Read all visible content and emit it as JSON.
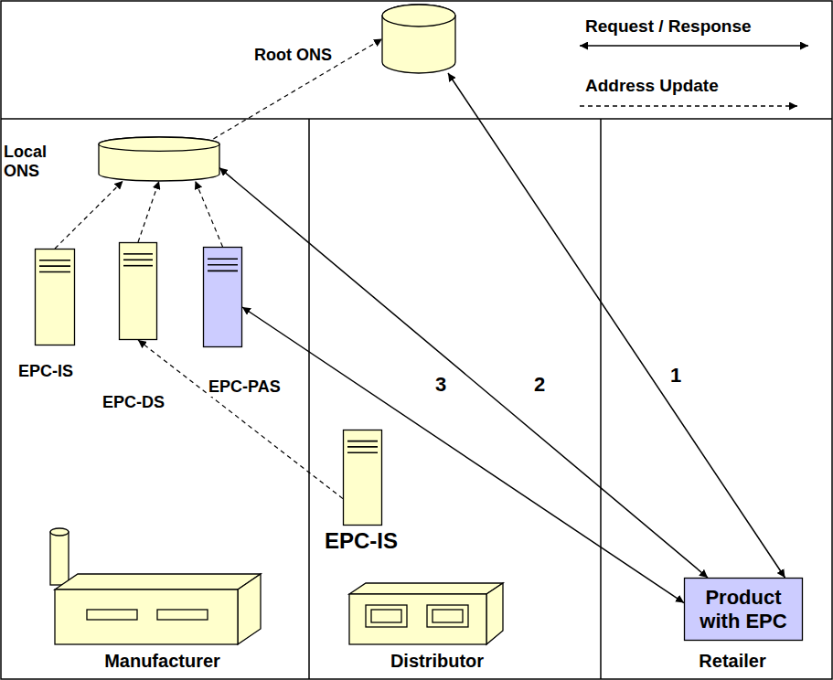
{
  "diagram": {
    "nodes": [
      {
        "text": [
          "Root ONS"
        ]
      },
      {
        "text": [
          "Local ONS"
        ]
      },
      {
        "text": [
          "EPC-IS"
        ]
      },
      {
        "text": [
          "EPC-DS"
        ]
      },
      {
        "text": [
          "EPC-PAS"
        ]
      },
      {
        "text": [
          "EPC-IS"
        ]
      },
      {
        "text": [
          "Product with EPC"
        ]
      }
    ],
    "edges": [
      {
        "from": 1,
        "to": 0,
        "arrow": "to"
      },
      {
        "from": 2,
        "to": 1,
        "arrow": "to"
      },
      {
        "from": 3,
        "to": 1,
        "arrow": "to"
      },
      {
        "from": 4,
        "to": 1,
        "arrow": "to"
      },
      {
        "from": 5,
        "to": 3,
        "arrow": "to"
      },
      {
        "from": 0,
        "to": 6,
        "arrow": "both"
      },
      {
        "from": 1,
        "to": 6,
        "arrow": "both"
      },
      {
        "from": 4,
        "to": 6,
        "arrow": "both"
      }
    ],
    "labels": [
      "1",
      "2",
      "3",
      "Manufacturer",
      "Distributor",
      "Retailer"
    ],
    "legend": [
      {
        "text": "Request / Response"
      },
      {
        "text": "Address Update"
      }
    ]
  }
}
